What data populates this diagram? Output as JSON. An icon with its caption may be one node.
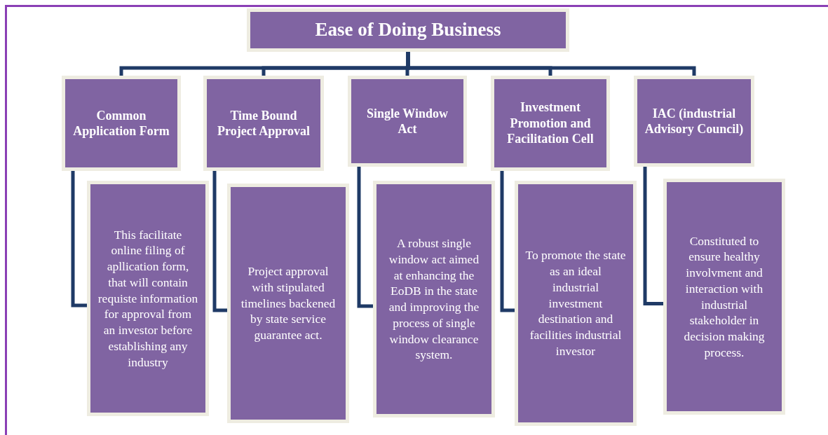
{
  "diagram": {
    "nodes": [
      {
        "text": [
          "Ease of Doing Business"
        ]
      },
      {
        "text": [
          "Common Application Form"
        ]
      },
      {
        "text": [
          "Time Bound Project Approval"
        ]
      },
      {
        "text": [
          "Single Window Act"
        ]
      },
      {
        "text": [
          "Investment Promotion and Facilitation Cell"
        ]
      },
      {
        "text": [
          "IAC (industrial Advisory Council)"
        ]
      },
      {
        "text": [
          "This facilitate online filing of apllication form, that will contain requiste information for approval from an investor before establishing any industry"
        ]
      },
      {
        "text": [
          "Project approval with stipulated timelines backened by state service guarantee act."
        ]
      },
      {
        "text": [
          "A robust single window act aimed at enhancing the EoDB in the state and improving the process of single window clearance system."
        ]
      },
      {
        "text": [
          "To promote the state as an ideal industrial investment destination and facilities industrial investor"
        ]
      },
      {
        "text": [
          "Constituted to ensure healthy involvment and interaction with industrial stakeholder in decision making process."
        ]
      }
    ],
    "edges": [
      {
        "from": 0,
        "to": 1,
        "arrow": "none"
      },
      {
        "from": 0,
        "to": 2,
        "arrow": "none"
      },
      {
        "from": 0,
        "to": 3,
        "arrow": "none"
      },
      {
        "from": 0,
        "to": 4,
        "arrow": "none"
      },
      {
        "from": 0,
        "to": 5,
        "arrow": "none"
      },
      {
        "from": 1,
        "to": 6,
        "arrow": "none"
      },
      {
        "from": 2,
        "to": 7,
        "arrow": "none"
      },
      {
        "from": 3,
        "to": 8,
        "arrow": "none"
      },
      {
        "from": 4,
        "to": 9,
        "arrow": "none"
      },
      {
        "from": 5,
        "to": 10,
        "arrow": "none"
      }
    ]
  }
}
